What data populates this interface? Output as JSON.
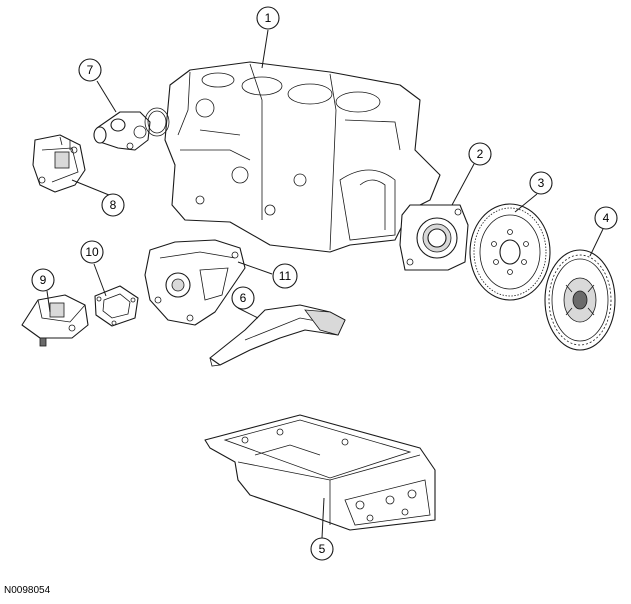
{
  "figure_code": "N0098054",
  "callouts": [
    "1",
    "2",
    "3",
    "4",
    "5",
    "6",
    "7",
    "8",
    "9",
    "10",
    "11"
  ],
  "colors": {
    "line": "#1a1a1a",
    "shade": "#d9d9d9",
    "background": "#ffffff"
  }
}
